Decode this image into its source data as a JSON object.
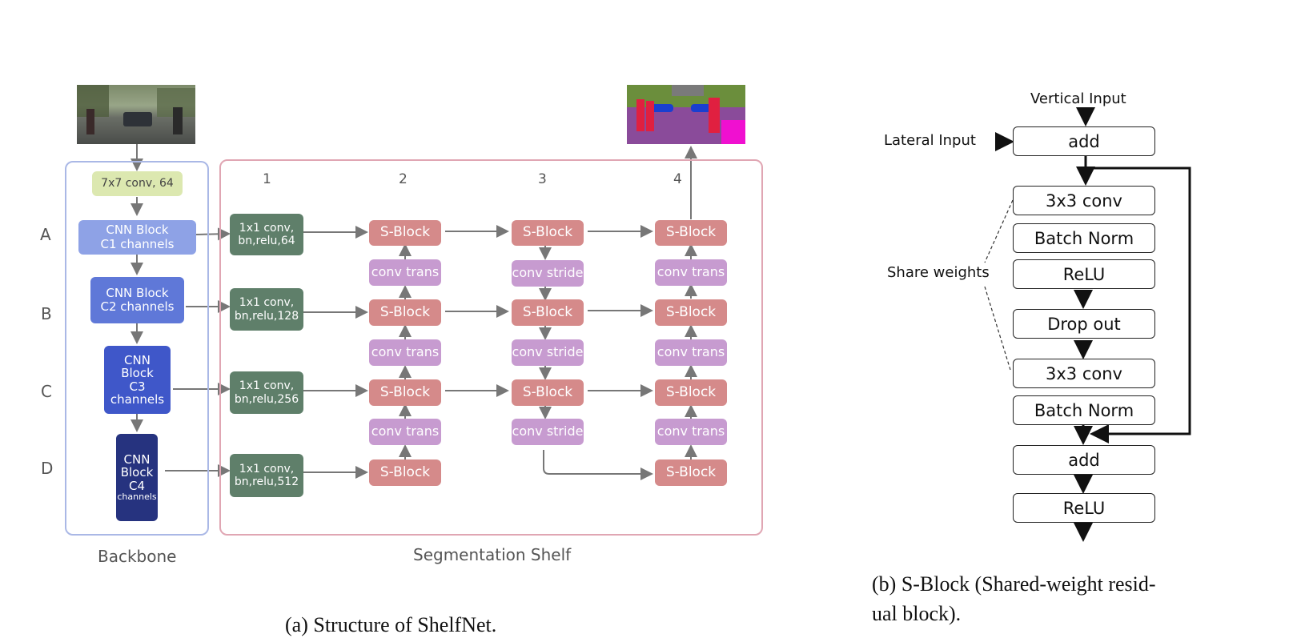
{
  "panel_a": {
    "row_labels": [
      "A",
      "B",
      "C",
      "D"
    ],
    "column_labels": [
      "1",
      "2",
      "3",
      "4"
    ],
    "stem": "7x7 conv, 64",
    "backbone_blocks": [
      {
        "line1": "CNN Block",
        "line2": "C1 channels"
      },
      {
        "line1": "CNN Block",
        "line2": "C2 channels"
      },
      {
        "line1": "CNN",
        "line2": "Block",
        "line3": "C3",
        "line4": "channels"
      },
      {
        "line1": "CNN",
        "line2": "Block",
        "line3": "C4",
        "line4": "channels"
      }
    ],
    "conv1x1": [
      {
        "line1": "1x1 conv,",
        "line2": "bn,relu,64"
      },
      {
        "line1": "1x1 conv,",
        "line2": "bn,relu,128"
      },
      {
        "line1": "1x1 conv,",
        "line2": "bn,relu,256"
      },
      {
        "line1": "1x1 conv,",
        "line2": "bn,relu,512"
      }
    ],
    "sblock_label": "S-Block",
    "conv_trans_label": "conv trans",
    "conv_stride_label": "conv stride",
    "backbone_label": "Backbone",
    "shelf_label": "Segmentation Shelf",
    "caption": "(a) Structure of ShelfNet."
  },
  "panel_b": {
    "vertical_input": "Vertical Input",
    "lateral_input": "Lateral Input",
    "share_weights": "Share weights",
    "layers": [
      "add",
      "3x3 conv",
      "Batch Norm",
      "ReLU",
      "Drop out",
      "3x3 conv",
      "Batch Norm",
      "add",
      "ReLU"
    ],
    "caption_line1": "(b) S-Block (Shared-weight resid-",
    "caption_line2": "ual block)."
  },
  "colors": {
    "sblock": "#d58a8a",
    "conv_trans": "#c79bd0",
    "conv1x1": "#5f7f6a",
    "stem": "#dce8b0",
    "c1": "#8ea2e6",
    "c2": "#5f78d8",
    "c3": "#3f57c9",
    "c4": "#26337f"
  }
}
